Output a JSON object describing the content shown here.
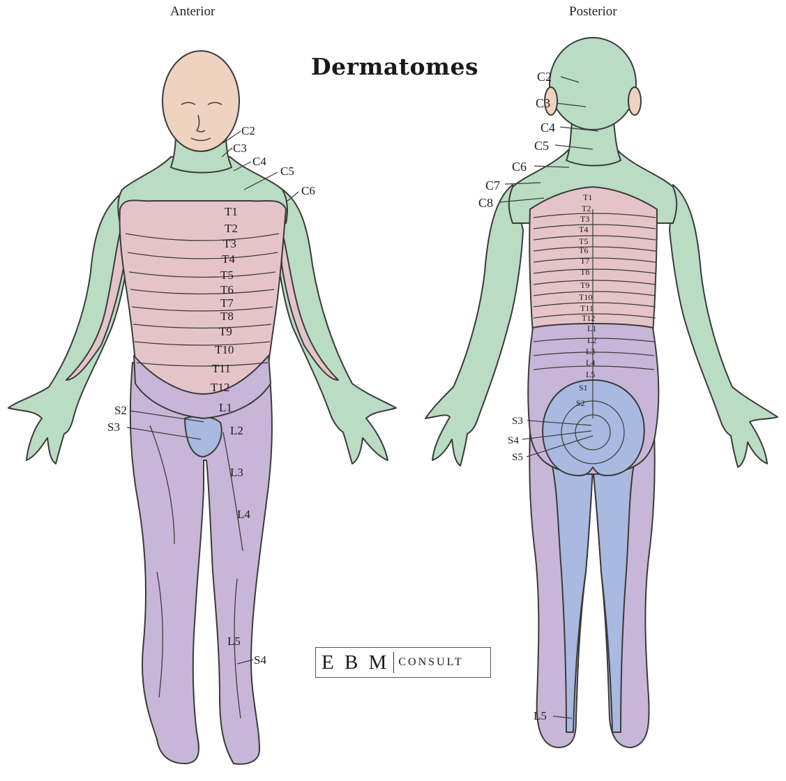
{
  "views": {
    "anterior": "Anterior",
    "posterior": "Posterior"
  },
  "title": "Dermatomes",
  "logo": {
    "ebm": "E B M",
    "consult": "CONSULT"
  },
  "colors": {
    "cervical": "#b9dcc3",
    "thoracic": "#e5c4c9",
    "lumbar": "#c8b6d8",
    "sacral": "#a9b9e0",
    "skin": "#efd2c0",
    "outline": "#3a3a3a"
  },
  "anterior_labels": {
    "c2": "C2",
    "c3": "C3",
    "c4": "C4",
    "c5": "C5",
    "c6": "C6",
    "t1": "T1",
    "t2": "T2",
    "t3": "T3",
    "t4": "T4",
    "t5": "T5",
    "t6": "T6",
    "t7": "T7",
    "t8": "T8",
    "t9": "T9",
    "t10": "T10",
    "t11": "T11",
    "t12": "T12",
    "l1": "L1",
    "l2": "L2",
    "l3": "L3",
    "l4": "L4",
    "l5": "L5",
    "s2": "S2",
    "s3": "S3",
    "s4": "S4"
  },
  "posterior_labels": {
    "c2": "C2",
    "c3": "C3",
    "c4": "C4",
    "c5": "C5",
    "c6": "C6",
    "c7": "C7",
    "c8": "C8",
    "t1": "T1",
    "t2": "T2",
    "t3": "T3",
    "t4": "T4",
    "t5": "T5",
    "t6": "T6",
    "t7": "T7",
    "t8": "T8",
    "t9": "T9",
    "t10": "T10",
    "t11": "T11",
    "t12": "T12",
    "l1": "L1",
    "l2": "L2",
    "l3": "L3",
    "l4": "L4",
    "l5": "L5",
    "s1": "S1",
    "s2": "S2",
    "s3": "S3",
    "s4": "S4",
    "s5": "S5",
    "l5_foot": "L5"
  }
}
